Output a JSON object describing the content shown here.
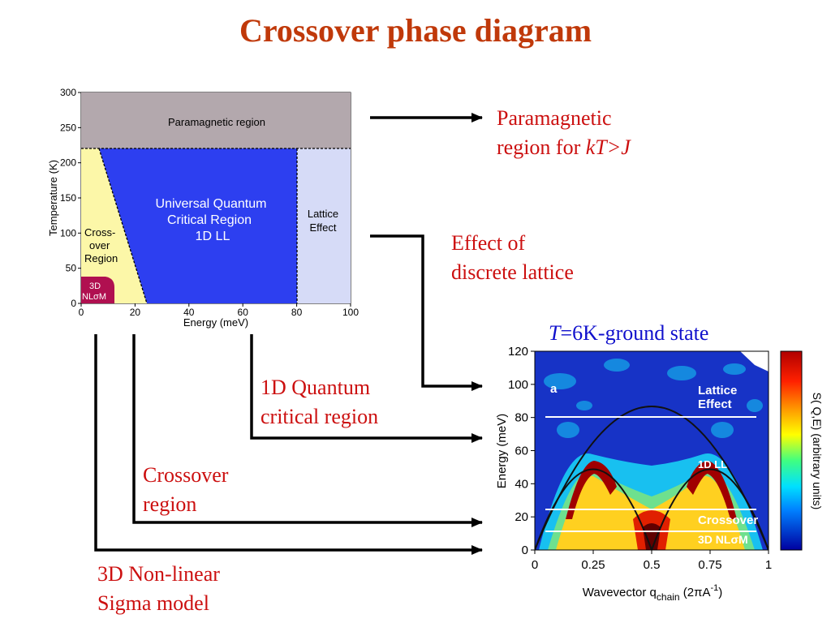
{
  "slide": {
    "title": "Crossover phase diagram"
  },
  "phase_diagram": {
    "x_axis_label": "Energy (meV)",
    "y_axis_label": "Temperature (K)",
    "x_ticks": [
      "0",
      "20",
      "40",
      "60",
      "80",
      "100"
    ],
    "y_ticks": [
      "0",
      "50",
      "100",
      "150",
      "200",
      "250",
      "300"
    ],
    "regions": {
      "paramagnetic": "Paramagnetic region",
      "uqcr": [
        "Universal Quantum",
        "Critical Region",
        "1D LL"
      ],
      "lattice": [
        "Lattice",
        "Effect"
      ],
      "crossover": [
        "Cross-",
        "over",
        "Region"
      ],
      "nlsm": [
        "3D",
        "NLσM"
      ]
    },
    "colors": {
      "paramagnetic": "#b3a8ad",
      "uqcr": "#2d3ff0",
      "lattice": "#d6dbf7",
      "crossover": "#fcf7a8",
      "nlsm": "#b01050"
    }
  },
  "annotations": {
    "paramagnetic": {
      "line1": "Paramagnetic",
      "line2_prefix": "region for ",
      "line2_math": "kT>J"
    },
    "lattice": [
      "Effect of",
      "discrete lattice"
    ],
    "qcr": [
      "1D Quantum",
      "critical region"
    ],
    "crossover": [
      "Crossover",
      "region"
    ],
    "nlsm": [
      "3D Non-linear",
      "Sigma model"
    ]
  },
  "spectrum": {
    "heading_symbol": "T",
    "heading_rest": "=6K-ground state",
    "panel_letter": "a",
    "y_axis_label": "Energy (meV)",
    "y_ticks": [
      "0",
      "20",
      "40",
      "60",
      "80",
      "100",
      "120"
    ],
    "x_ticks": [
      "0",
      "0.25",
      "0.5",
      "0.75",
      "1"
    ],
    "x_axis_label_main": "Wavevector q",
    "x_axis_label_sub": "chain",
    "x_axis_label_unit": " (2πA",
    "x_axis_label_exp": "-1",
    "x_axis_label_close": ")",
    "colorbar_label": "S( Q,E) (arbitrary units)",
    "band_labels": {
      "lattice": [
        "Lattice",
        "Effect"
      ],
      "ll": "1D LL",
      "crossover": "Crossover",
      "nlsm": "3D NLσM"
    }
  }
}
